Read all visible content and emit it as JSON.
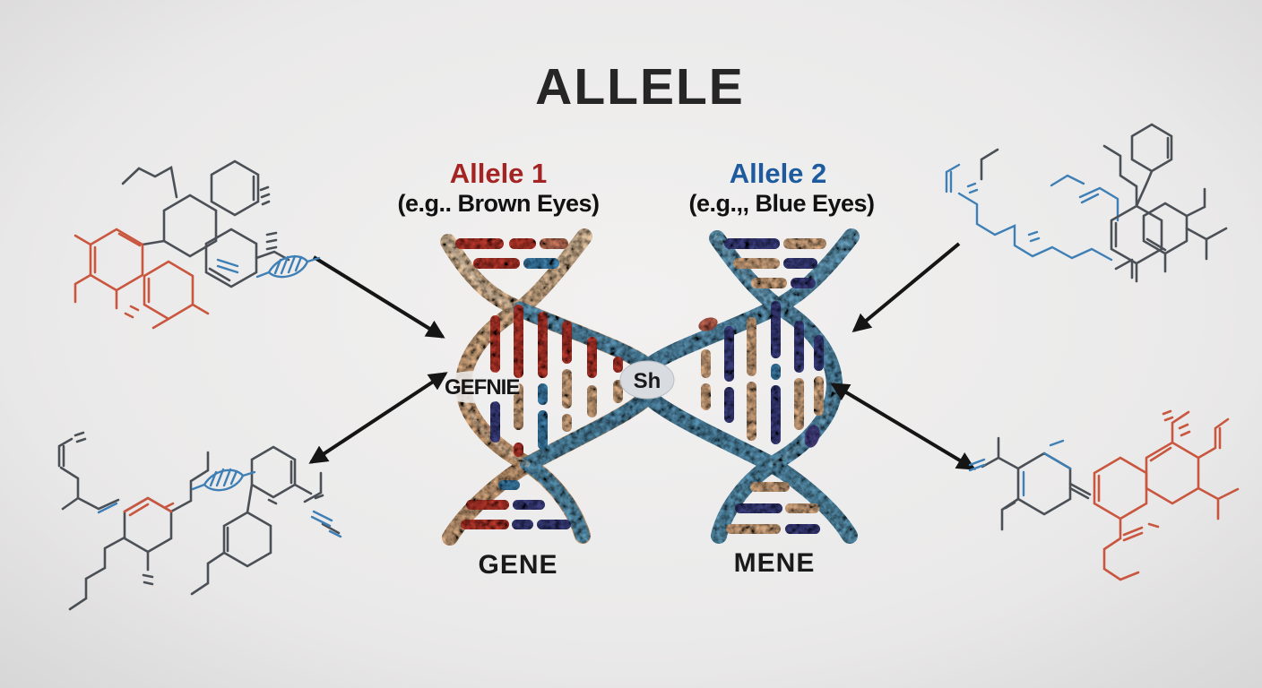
{
  "title": "ALLELE",
  "alleles": [
    {
      "name": "Allele 1",
      "example": "(e.g.. Brown Eyes)",
      "gene_label": "GENE",
      "accent_color": "#a32422",
      "strand_color": "#ddb38c",
      "rung_colors": [
        "#bf3a2e",
        "#3f83b0",
        "#dcae85",
        "#3d4183"
      ]
    },
    {
      "name": "Allele 2",
      "example": "(e.g.,, Blue Eyes)",
      "gene_label": "MENE",
      "accent_color": "#1e5b9e",
      "strand_color": "#5e9cbd",
      "rung_colors": [
        "#3d4183",
        "#dcae85",
        "#3f83b0"
      ]
    }
  ],
  "annotations": {
    "gene_tag": "GEFNIE",
    "center_badge": "Sh"
  },
  "icons": [
    "dna-double-helix-icon",
    "molecule-skeletal-formula-icon",
    "mini-dna-helix-icon",
    "arrow-icon"
  ],
  "colors": {
    "background": "#e9e9e9",
    "title_text": "#262626",
    "body_text": "#141414",
    "arrow": "#151515",
    "molecule_gray": "#4b5056",
    "molecule_red": "#c9573f",
    "molecule_blue": "#3e7fb5"
  }
}
